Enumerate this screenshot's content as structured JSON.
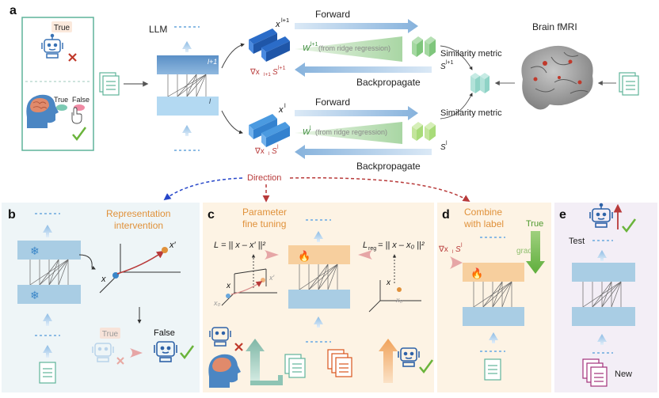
{
  "panel_a": {
    "label": "a",
    "true_tag": "True",
    "choice_true": "True",
    "choice_false": "False",
    "llm_label": "LLM",
    "layer_upper": "l+1",
    "layer_lower": "l",
    "x_upper": "x",
    "x_upper_sup": "l+1",
    "x_lower": "x",
    "x_lower_sup": "l",
    "forward_top": "Forward",
    "forward_bottom": "Forward",
    "w_upper": "W",
    "w_upper_sup": "l+1",
    "w_upper_note": "(from ridge regression)",
    "w_lower": "W",
    "w_lower_sup": "l",
    "w_lower_note": "(from ridge regression)",
    "grad_upper": "∇x",
    "grad_upper_sub": "l+1",
    "s_upper": "S",
    "s_upper_sup": "l+1",
    "grad_lower": "∇x",
    "grad_lower_sub": "l",
    "s_lower": "S",
    "s_lower_sup": "l",
    "backprop_top": "Backpropagate",
    "backprop_bottom": "Backpropagate",
    "sim_top": "Similarity metric",
    "sim_bottom": "Similarity metric",
    "s_right_top": "S",
    "s_right_top_sup": "l+1",
    "s_right_bottom": "S",
    "s_right_bottom_sup": "l",
    "brain_label": "Brain fMRI"
  },
  "direction_label": "Direction",
  "panel_b": {
    "label": "b",
    "title_1": "Representation",
    "title_2": "intervention",
    "x": "x",
    "x_prime": "x′",
    "true_tag": "True",
    "false_tag": "False"
  },
  "panel_c": {
    "label": "c",
    "title_1": "Parameter",
    "title_2": "fine tuning",
    "loss_left": "L = || x – x′ ||²",
    "loss_right_prefix": "L",
    "loss_right_sub": "reg",
    "loss_right_suffix": " = || x – x₀ ||²",
    "x_left": "x",
    "x_prime": "x′",
    "x0_left": "x₀",
    "x_right": "x",
    "x0_right": "x₀"
  },
  "panel_d": {
    "label": "d",
    "title_1": "Combine",
    "title_2": "with label",
    "grad": "∇x",
    "grad_sub": "l",
    "s": "S",
    "s_sup": "l",
    "true_label": "True",
    "grad_label": "grad"
  },
  "panel_e": {
    "label": "e",
    "test_label": "Test",
    "new_label": "New"
  },
  "colors": {
    "green_box": "#5fb39a",
    "blue_dark": "#4b86c3",
    "blue_light": "#a8d2ee",
    "red": "#b83a3a",
    "orange": "#e0913a",
    "green_check": "#6ab43b",
    "panel_b_bg": "#eef5f7",
    "panel_c_bg": "#fdf3e4",
    "panel_e_bg": "#f3eef6"
  }
}
